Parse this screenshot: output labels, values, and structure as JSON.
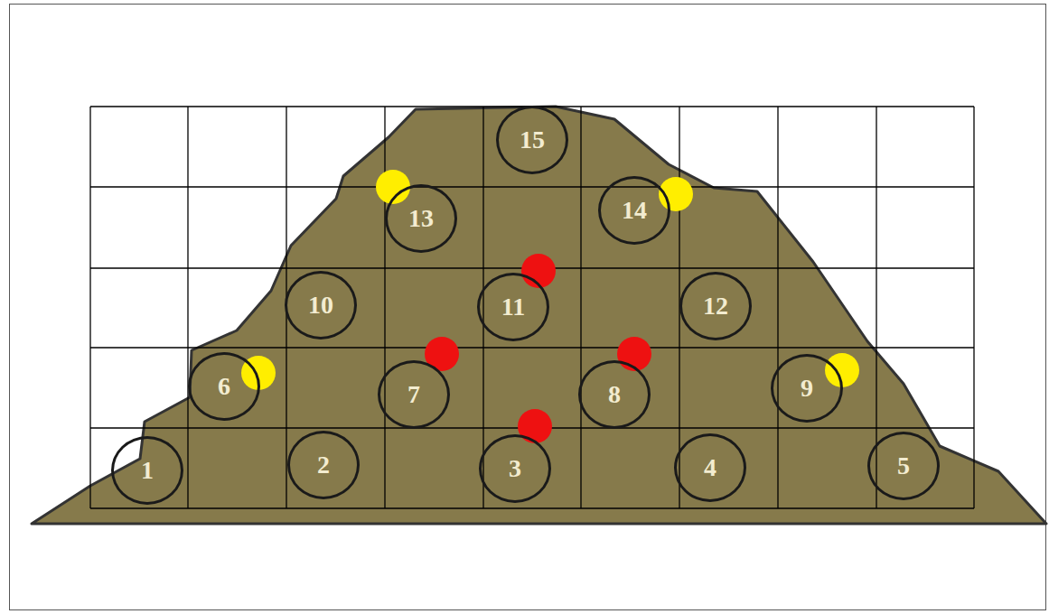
{
  "diagram": {
    "nodes": [
      {
        "text": [
          "15"
        ]
      },
      {
        "text": [
          "13"
        ]
      },
      {
        "text": [
          "14"
        ]
      },
      {
        "text": [
          "10"
        ]
      },
      {
        "text": [
          "11"
        ]
      },
      {
        "text": [
          "12"
        ]
      },
      {
        "text": [
          "6"
        ]
      },
      {
        "text": [
          "7"
        ]
      },
      {
        "text": [
          "8"
        ]
      },
      {
        "text": [
          "9"
        ]
      },
      {
        "text": [
          "1"
        ]
      },
      {
        "text": [
          "2"
        ]
      },
      {
        "text": [
          "3"
        ]
      },
      {
        "text": [
          "4"
        ]
      },
      {
        "text": [
          "5"
        ]
      }
    ]
  }
}
